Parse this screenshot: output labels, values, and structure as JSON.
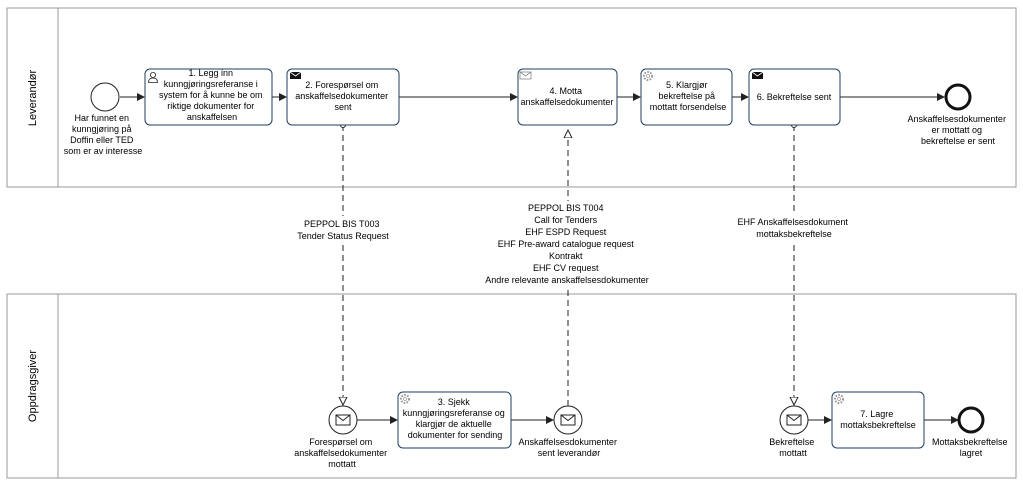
{
  "lanes": {
    "top": "Leverandør",
    "bottom": "Oppdragsgiver"
  },
  "events": {
    "start_top": [
      "Har funnet en",
      "kunngjøring på",
      "Doffin eller TED",
      "som er av interesse"
    ],
    "end_top": [
      "Anskaffelsesdokumenter",
      "er mottatt og",
      "bekreftelse er sent"
    ],
    "msg_received_request": [
      "Forespørsel om",
      "anskaffelsedokumenter",
      "mottatt"
    ],
    "msg_docs_sent": [
      "Anskaffelsesdokumenter",
      "sent leverandør"
    ],
    "msg_confirmation_received": [
      "Bekreftelse",
      "mottatt"
    ],
    "end_bottom": [
      "Mottaksbekreftelse",
      "lagret"
    ]
  },
  "tasks": {
    "t1": [
      "1. Legg inn",
      "kunngjøringsreferanse i",
      "system for å kunne be om",
      "riktige dokumenter for",
      "anskaffelsen"
    ],
    "t2": [
      "2. Forespørsel om",
      "anskaffelsedokumenter",
      "sent"
    ],
    "t3": [
      "3. Sjekk",
      "kunngjøringsreferanse og",
      "klargjør de aktuelle",
      "dokumenter for sending"
    ],
    "t4": [
      "4. Motta",
      "anskaffelsedokumenter"
    ],
    "t5": [
      "5. Klargjør",
      "bekreftelse på",
      "mottatt forsendelse"
    ],
    "t6": [
      "6. Bekreftelse sent"
    ],
    "t7": [
      "7. Lagre",
      "mottaksbekreftelse"
    ]
  },
  "message_flows": {
    "m1": [
      "PEPPOL BIS T003",
      "Tender Status Request"
    ],
    "m2": [
      "PEPPOL BIS T004",
      "Call for Tenders",
      "EHF ESPD Request",
      "EHF Pre-award catalogue request",
      "Kontrakt",
      "EHF CV request",
      "Andre relevante anskaffelsesdokumenter"
    ],
    "m3": [
      "EHF Anskaffelsesdokument",
      "mottaksbekreftelse"
    ]
  },
  "colors": {
    "line": "#222222",
    "pool_border": "#9a9a9a",
    "task_border": "#1f3f63",
    "task_fill": "#ffffff"
  }
}
